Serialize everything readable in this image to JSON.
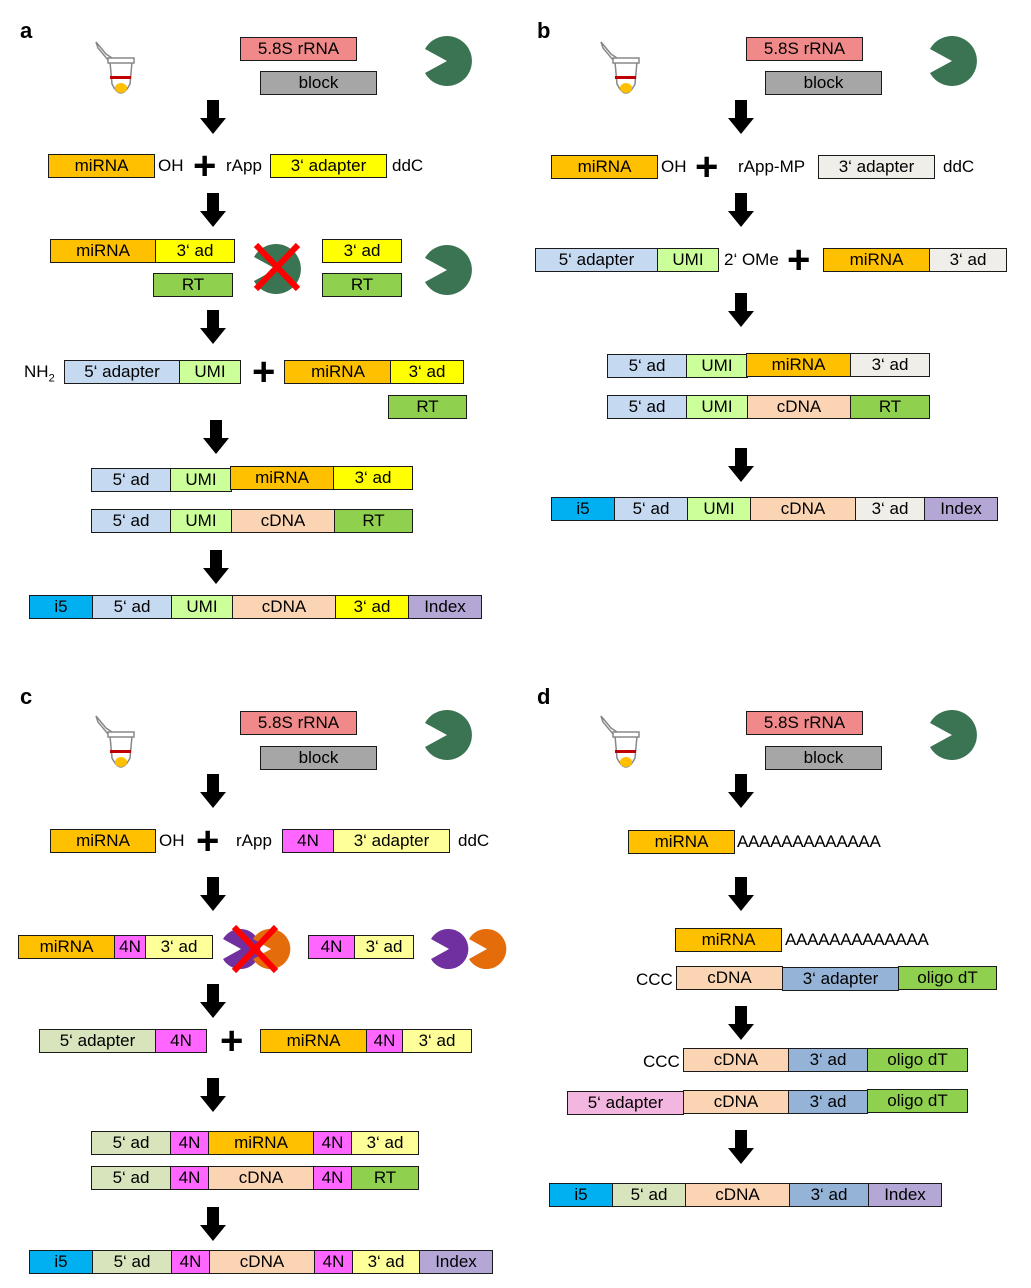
{
  "panel_labels": {
    "a": "a",
    "b": "b",
    "c": "c",
    "d": "d"
  },
  "colors": {
    "rrna": "#f08a8a",
    "block": "#a6a6a6",
    "mirna": "#ffc000",
    "adapter3_yellow": "#ffff00",
    "adapter3_white": "#efeee8",
    "adapter3_pale": "#ffff99",
    "rt": "#8fd14f",
    "adapter5_blue": "#c5d9f1",
    "adapter5_green": "#d8e4bc",
    "adapter5_pink": "#f3b6e0",
    "umi": "#ccff99",
    "cdna": "#fbd4b4",
    "i5": "#00b0f0",
    "index": "#b4a7d6",
    "n4": "#ff66ff",
    "adapter3_steel": "#95b3d7",
    "enzyme": "#3a7453",
    "purple": "#7030a0",
    "orange": "#e46c0a",
    "x": "#ff0000"
  },
  "common": {
    "rrna": "5.8S rRNA",
    "block": "block",
    "mirna": "miRNA",
    "cdna": "cDNA",
    "rt": "RT",
    "umi": "UMI",
    "i5": "i5",
    "index": "Index",
    "ad5": "5‘ ad",
    "ad3": "3‘ ad",
    "adapter5": "5‘ adapter",
    "adapter3": "3‘ adapter",
    "n4": "4N",
    "oligo_dt": "oligo dT",
    "oh": "OH",
    "ddc": "ddC",
    "rapp": "rApp",
    "rapp_mp": "rApp-MP",
    "ome": "2‘ OMe",
    "nh2": "NH",
    "nh2_sub": "2",
    "poly_a": "AAAAAAAAAAAAA",
    "ccc": "CCC"
  },
  "icons": [
    "tube-icon",
    "pacman-enzyme-icon",
    "arrow-down-icon",
    "plus-icon",
    "x-mark-icon"
  ]
}
